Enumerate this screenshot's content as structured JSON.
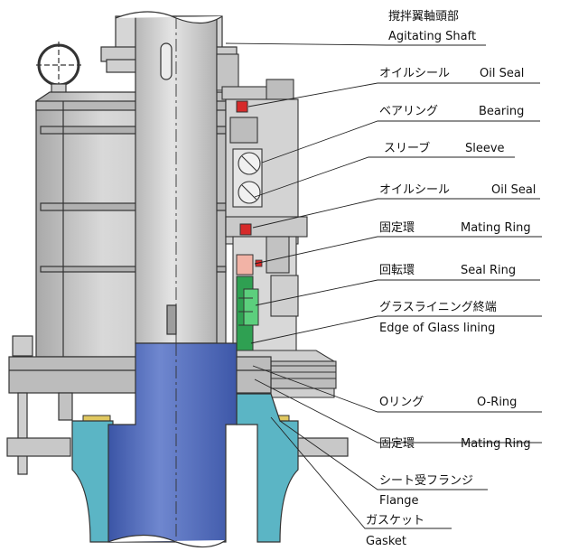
{
  "labels": {
    "agitating_shaft_jp": "撹拌翼軸頭部",
    "agitating_shaft_en": "Agitating Shaft",
    "oil_seal_top_jp": "オイルシール",
    "oil_seal_top_en": "Oil Seal",
    "bearing_jp": "ベアリング",
    "bearing_en": "Bearing",
    "sleeve_jp": "スリーブ",
    "sleeve_en": "Sleeve",
    "oil_seal_bottom_jp": "オイルシール",
    "oil_seal_bottom_en": "Oil Seal",
    "mating_ring_top_jp": "固定環",
    "mating_ring_top_en": "Mating Ring",
    "seal_ring_jp": "回転環",
    "seal_ring_en": "Seal Ring",
    "glass_lining_jp": "グラスライニング終端",
    "glass_lining_en": "Edge of Glass lining",
    "o_ring_jp": "Oリング",
    "o_ring_en": "O-Ring",
    "mating_ring_bottom_jp": "固定環",
    "mating_ring_bottom_en": "Mating Ring",
    "flange_jp": "シート受フランジ",
    "flange_en": "Flange",
    "gasket_jp": "ガスケット",
    "gasket_en": "Gasket"
  },
  "colors": {
    "housing": "#c9c9c9",
    "housing_dark": "#9a9a9a",
    "shaft_glass": "#4a64b4",
    "flange": "#5bb5c5",
    "oil_seal": "#d62a2a",
    "seal_face": "#f2b3a6",
    "seal_ring": "#2fa052",
    "gasket": "#e0c860"
  }
}
